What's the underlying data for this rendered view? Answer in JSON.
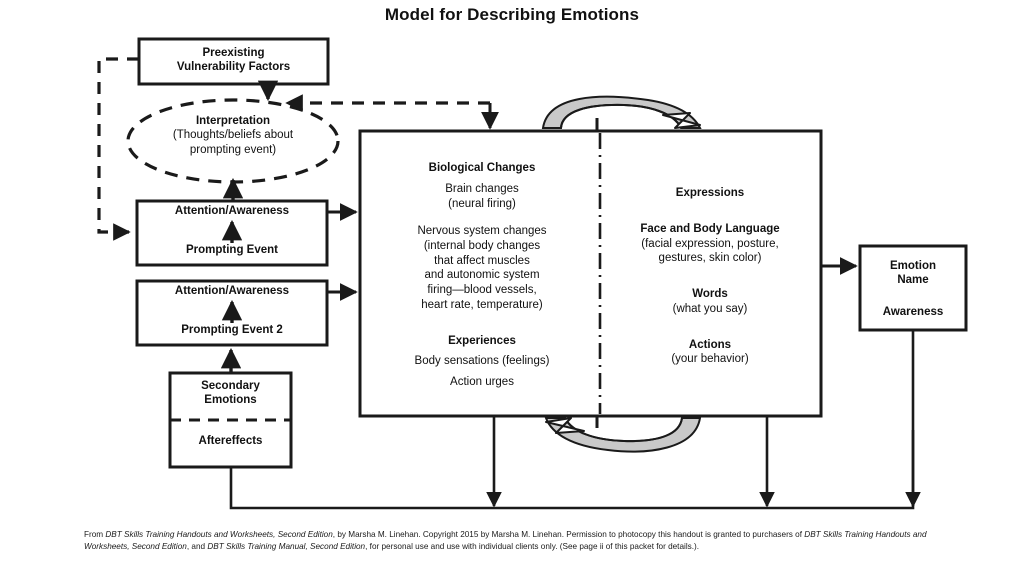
{
  "title": "Model for Describing Emotions",
  "nodes": {
    "vulnerability": {
      "line1": "Preexisting",
      "line2": "Vulnerability Factors"
    },
    "interpretation": {
      "title": "Interpretation",
      "sub1": "(Thoughts/beliefs about",
      "sub2": "prompting event)"
    },
    "prompting1": {
      "line1": "Attention/Awareness",
      "line2": "Prompting Event"
    },
    "prompting2": {
      "line1": "Attention/Awareness",
      "line2": "Prompting Event 2"
    },
    "secondary": {
      "line1": "Secondary",
      "line2": "Emotions",
      "line3": "Aftereffects"
    },
    "emotion_name": {
      "line1": "Emotion",
      "line2": "Name",
      "line3": "Awareness"
    }
  },
  "main_box": {
    "left_column": {
      "heading1": "Biological Changes",
      "body1a": "Brain changes",
      "body1b": "(neural firing)",
      "body2a": "Nervous system changes",
      "body2b": "(internal body changes",
      "body2c": "that affect muscles",
      "body2d": "and autonomic system",
      "body2e": "firing—blood vessels,",
      "body2f": "heart rate, temperature)",
      "heading2": "Experiences",
      "body3a": "Body sensations (feelings)",
      "body3b": "Action urges"
    },
    "right_column": {
      "heading1": "Expressions",
      "heading2": "Face and Body Language",
      "body2a": "(facial expression, posture,",
      "body2b": "gestures, skin color)",
      "heading3": "Words",
      "body3a": "(what you say)",
      "heading4": "Actions",
      "body4a": "(your behavior)"
    }
  },
  "footer": {
    "seg1": "From ",
    "seg2_italic": "DBT Skills Training Handouts and Worksheets, Second Edition",
    "seg3": ", by Marsha M. Linehan. Copyright 2015 by Marsha M. Linehan. Permission to photocopy this handout is granted to purchasers of ",
    "seg4_italic": "DBT Skills Training Handouts and Worksheets, Second Edition",
    "seg5": ", and ",
    "seg6_italic": "DBT Skills Training Manual, Second Edition",
    "seg7": ", for personal use and use with individual clients only. (See page ii of this packet for details.)."
  },
  "colors": {
    "stroke": "#1a1a1a",
    "arc_fill": "#c9c9c9",
    "background": "#ffffff"
  }
}
